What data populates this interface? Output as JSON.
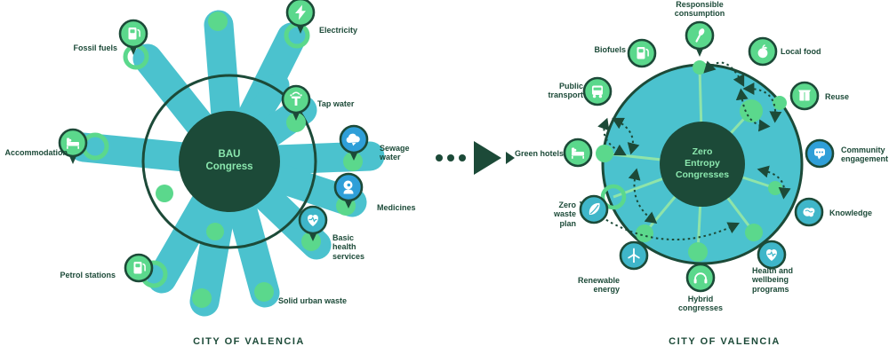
{
  "colors": {
    "teal": "#4BC2CE",
    "dark_green": "#1C4A38",
    "mint": "#5BD88C",
    "light_mint": "#8FE4A9",
    "blue": "#2F9FD8",
    "hub_text": "#8BE7AE"
  },
  "left": {
    "center": "BAU\nCongress",
    "caption": "CITY OF VALENCIA",
    "nodes": [
      {
        "icon": "fuel-pump",
        "label": "Fossil fuels"
      },
      {
        "icon": "lightning",
        "label": "Electricity"
      },
      {
        "icon": "water-fountain",
        "label": "Tap water"
      },
      {
        "icon": "cloud",
        "label": "Sewage\nwater"
      },
      {
        "icon": "head",
        "label": "Medicines"
      },
      {
        "icon": "heart-pulse",
        "label": "Basic\nhealth\nservices"
      },
      {
        "icon": "dot",
        "label": "Solid urban waste"
      },
      {
        "icon": "fuel-station",
        "label": "Petrol stations"
      },
      {
        "icon": "bed",
        "label": "Accommodation"
      }
    ]
  },
  "right": {
    "center": "Zero\nEntropy\nCongresses",
    "caption": "CITY OF VALENCIA",
    "nodes": [
      {
        "icon": "spoon",
        "label": "Responsible\nconsumption"
      },
      {
        "icon": "apple",
        "label": "Local food"
      },
      {
        "icon": "box",
        "label": "Reuse"
      },
      {
        "icon": "speech-bubble",
        "label": "Community\nengagement"
      },
      {
        "icon": "brain",
        "label": "Knowledge"
      },
      {
        "icon": "heart-pulse",
        "label": "Health and\nwellbeing\nprograms"
      },
      {
        "icon": "headphones",
        "label": "Hybrid\ncongresses"
      },
      {
        "icon": "wind-turbine",
        "label": "Renewable\nenergy"
      },
      {
        "icon": "leaf",
        "label": "Zero\nwaste\nplan"
      },
      {
        "icon": "bed",
        "label": "Green hotels"
      },
      {
        "icon": "bus",
        "label": "Public\ntransport"
      },
      {
        "icon": "fuel-pump",
        "label": "Biofuels"
      }
    ]
  }
}
